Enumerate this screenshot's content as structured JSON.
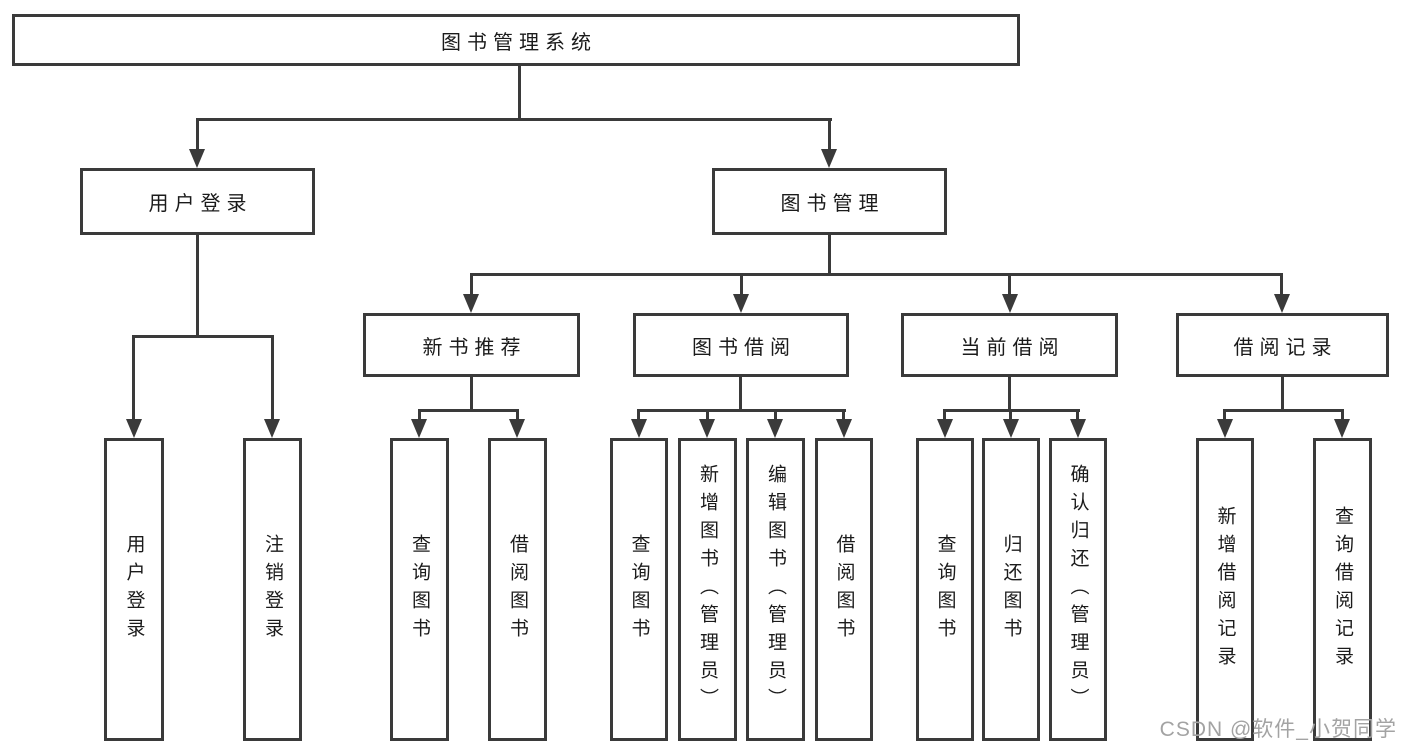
{
  "nodes": {
    "root": "图书管理系统",
    "level2": [
      "用户登录",
      "图书管理"
    ],
    "login_children": [
      "用户登录",
      "注销登录"
    ],
    "level3": [
      "新书推荐",
      "图书借阅",
      "当前借阅",
      "借阅记录"
    ],
    "recommend_children": [
      "查询图书",
      "借阅图书"
    ],
    "borrow_children": [
      "查询图书",
      "新增图书（管理员）",
      "编辑图书（管理员）",
      "借阅图书"
    ],
    "current_children": [
      "查询图书",
      "归还图书",
      "确认归还（管理员）"
    ],
    "record_children": [
      "新增借阅记录",
      "查询借阅记录"
    ]
  },
  "watermark": "CSDN @软件_小贺同学",
  "colors": {
    "line": "#3a3a3a",
    "text": "#1b1b1b",
    "watermark": "#a3a3a3",
    "background": "#ffffff"
  }
}
